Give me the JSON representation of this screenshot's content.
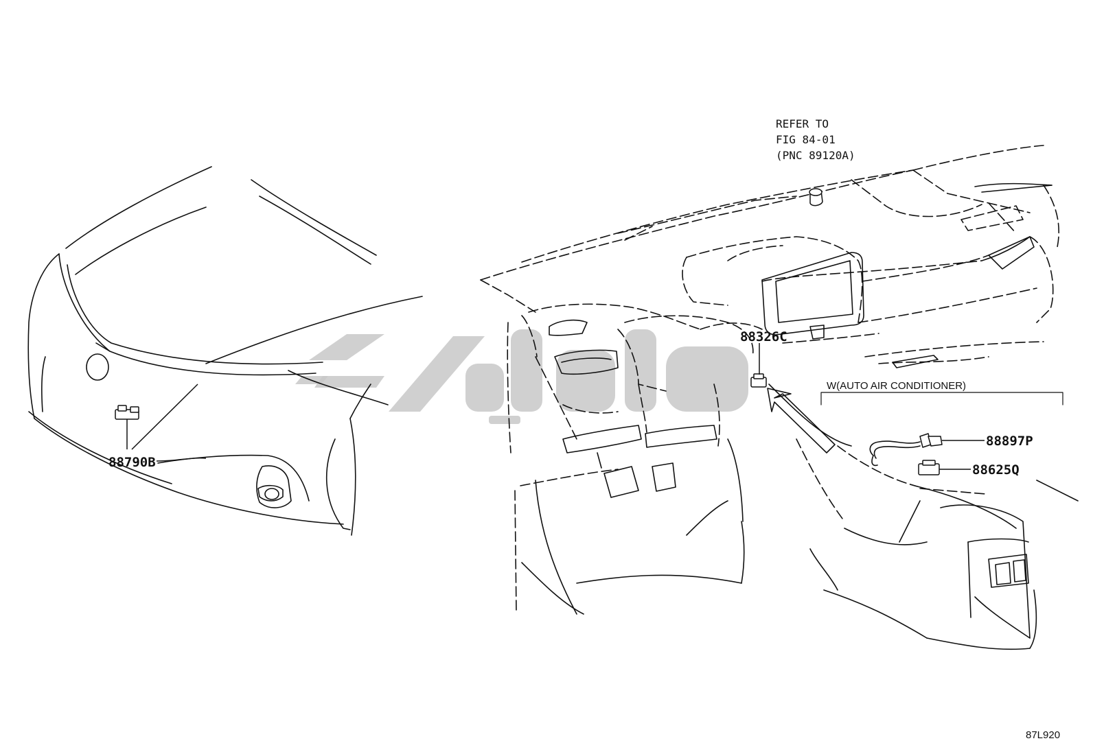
{
  "refer_note": {
    "line1": "REFER TO",
    "line2": "FIG 84-01",
    "line3": "(PNC 89120A)"
  },
  "parts": {
    "front_sensor": "88790B",
    "dash_sensor": "88326C",
    "sensor_wire": "88897P",
    "sensor_clip": "88625Q"
  },
  "condition_label": "W(AUTO AIR CONDITIONER)",
  "figure_code": "87L920"
}
